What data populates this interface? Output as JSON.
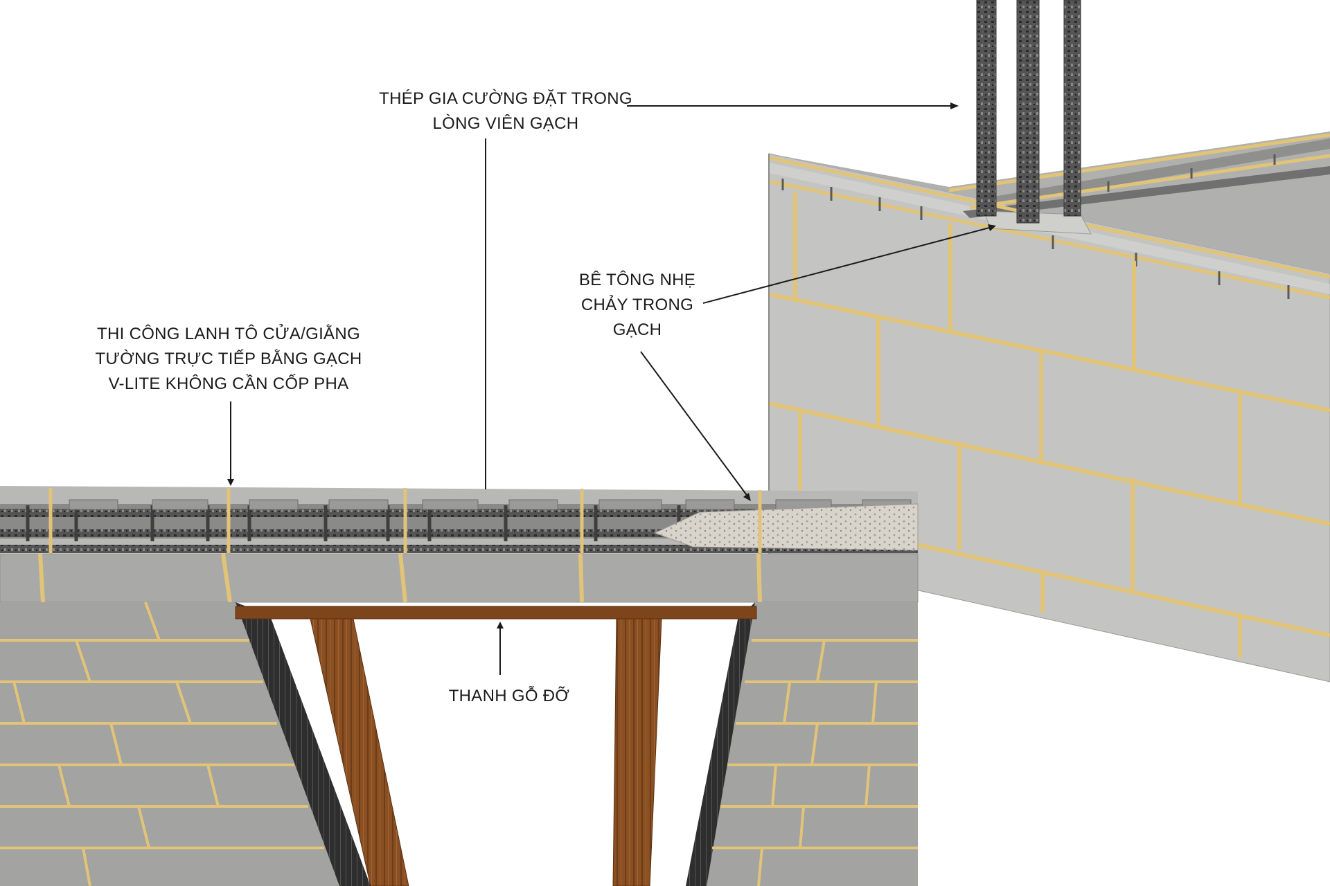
{
  "labels": {
    "steel": [
      "THÉP GIA CƯỜNG ĐẶT TRONG",
      "LÒNG VIÊN GẠCH"
    ],
    "concrete": [
      "BÊ TÔNG NHẸ",
      "CHẢY TRONG",
      "GẠCH"
    ],
    "lintel": [
      "THI CÔNG LANH TÔ CỬA/GIẰNG",
      "TƯỜNG TRỰC TIẾP BẰNG GẠCH",
      "V-LITE KHÔNG CẦN CỐP PHA"
    ],
    "wood": "THANH GỖ ĐỠ"
  },
  "colors": {
    "block": "#a9a9a7",
    "block_face_light": "#c4c4c2",
    "mortar": "#e2c478",
    "steel": "#4a4a4a",
    "wood": "#8a4f22",
    "concrete": "#d8d4cc"
  }
}
